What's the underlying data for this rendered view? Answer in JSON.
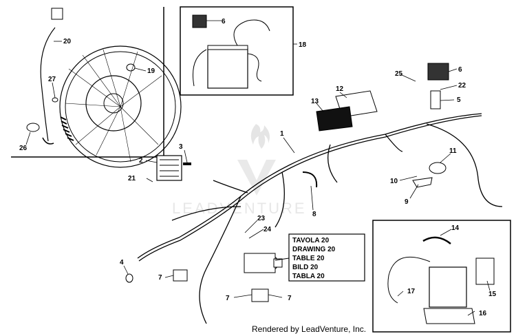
{
  "watermark": "LEADVENTURE",
  "caption": "Rendered by LeadVenture, Inc.",
  "reference_table": [
    "TAVOLA 20",
    "DRAWING 20",
    "TABLE 20",
    "BILD 20",
    "TABLA 20"
  ],
  "callouts": {
    "c1": "1",
    "c2": "2",
    "c3": "3",
    "c4": "4",
    "c5": "5",
    "c6a": "6",
    "c6b": "6",
    "c7a": "7",
    "c7b": "7",
    "c7c": "7",
    "c8": "8",
    "c9": "9",
    "c10": "10",
    "c11": "11",
    "c12": "12",
    "c13": "13",
    "c14": "14",
    "c15": "15",
    "c16": "16",
    "c17": "17",
    "c18": "18",
    "c19": "19",
    "c20": "20",
    "c21": "21",
    "c22": "22",
    "c23": "23",
    "c24": "24",
    "c25": "25",
    "c26": "26",
    "c27": "27"
  }
}
